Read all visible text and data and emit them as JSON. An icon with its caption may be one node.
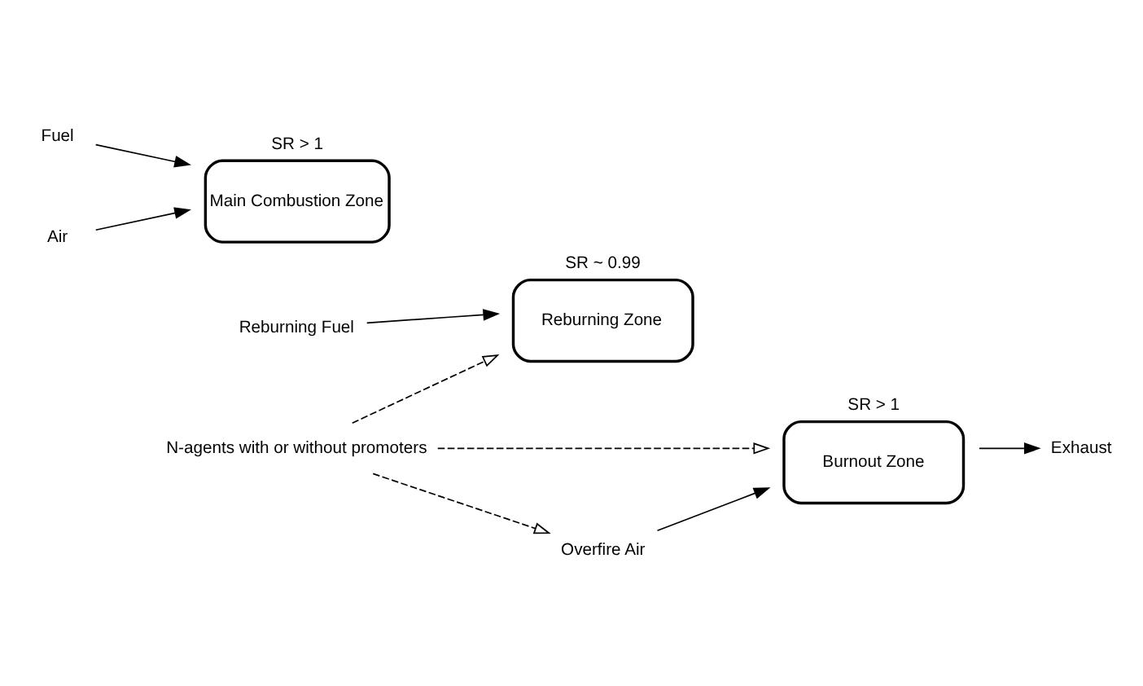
{
  "diagram": {
    "nodes": [
      {
        "text": [
          "Fuel"
        ]
      },
      {
        "text": [
          "Air"
        ]
      },
      {
        "text": [
          "Main Combustion Zone"
        ],
        "beside": [
          "SR > 1"
        ]
      },
      {
        "text": [
          "Reburning Zone"
        ],
        "beside": [
          "SR ~ 0.99"
        ]
      },
      {
        "text": [
          "Burnout Zone"
        ],
        "beside": [
          "SR > 1"
        ]
      },
      {
        "text": [
          "Exhaust"
        ]
      },
      {
        "text": [
          "Reburning Fuel"
        ]
      },
      {
        "text": [
          "Overfire Air"
        ]
      },
      {
        "text": [
          "N-agents with or without promoters"
        ]
      }
    ],
    "edges": [
      {
        "from": 0,
        "to": 2,
        "arrow": "to"
      },
      {
        "from": 1,
        "to": 2,
        "arrow": "to"
      },
      {
        "from": 4,
        "to": 5,
        "arrow": "to"
      },
      {
        "from": 6,
        "to": 3,
        "arrow": "to"
      },
      {
        "from": 7,
        "to": 4,
        "arrow": "to"
      },
      {
        "from": 8,
        "to": 3,
        "arrow": "to",
        "style": "dashed"
      },
      {
        "from": 8,
        "to": 7,
        "arrow": "to",
        "style": "dashed"
      },
      {
        "from": 8,
        "to": 4,
        "arrow": "to",
        "style": "dashed"
      }
    ]
  }
}
